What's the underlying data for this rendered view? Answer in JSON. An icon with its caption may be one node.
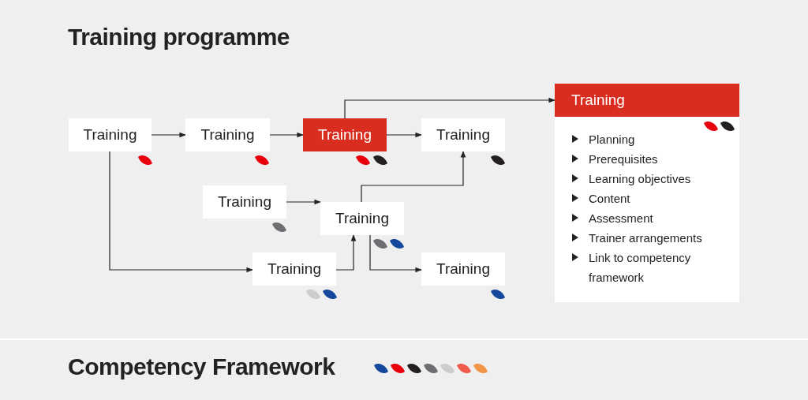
{
  "diagram": {
    "title": "Training programme",
    "nodes": [
      {
        "text": [
          "Training"
        ]
      },
      {
        "text": [
          "Training"
        ]
      },
      {
        "text": [
          "Training"
        ]
      },
      {
        "text": [
          "Training"
        ]
      },
      {
        "text": [
          "Training"
        ]
      },
      {
        "text": [
          "Training"
        ]
      },
      {
        "text": [
          "Training"
        ]
      },
      {
        "text": [
          "Training"
        ]
      },
      {
        "text": [
          "Training",
          "Planning",
          "Prerequisites",
          "Learning objectives",
          "Content",
          "Assessment",
          "Trainer arrangements",
          "Link to competency framework"
        ]
      }
    ],
    "edges": [
      {
        "from": 0,
        "to": 1,
        "arrow": "to"
      },
      {
        "from": 1,
        "to": 2,
        "arrow": "to"
      },
      {
        "from": 2,
        "to": 3,
        "arrow": "to"
      },
      {
        "from": 2,
        "to": 8,
        "arrow": "to"
      },
      {
        "from": 0,
        "to": 6,
        "arrow": "to"
      },
      {
        "from": 4,
        "to": 5,
        "arrow": "to"
      },
      {
        "from": 6,
        "to": 5,
        "arrow": "to"
      },
      {
        "from": 5,
        "to": 3,
        "arrow": "to"
      },
      {
        "from": 5,
        "to": 7,
        "arrow": "to"
      }
    ],
    "labels": [
      "Competency Framework"
    ]
  }
}
